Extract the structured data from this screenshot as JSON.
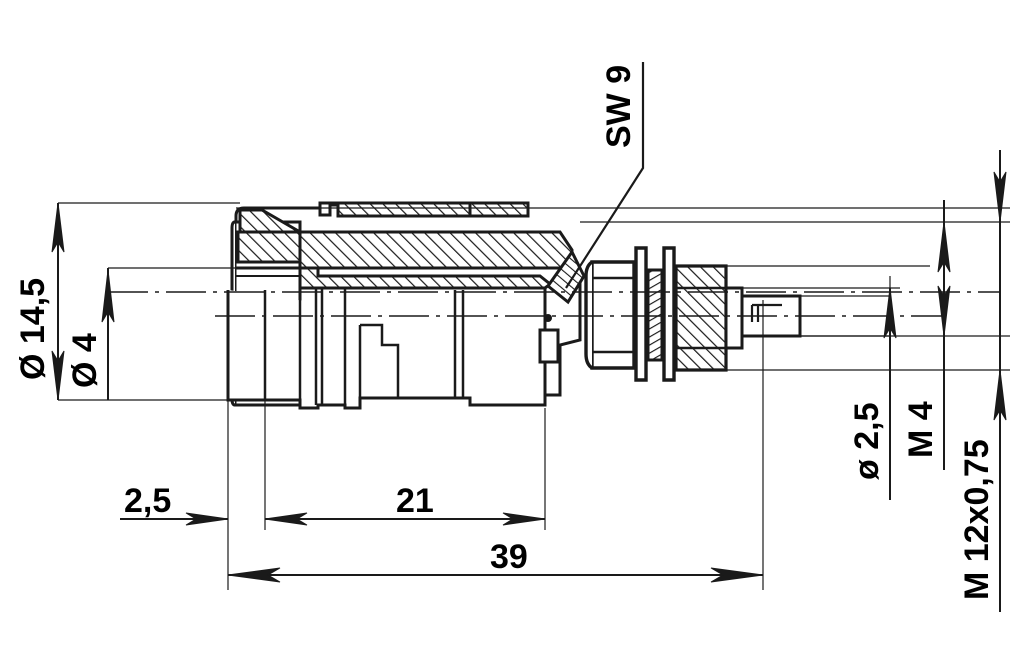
{
  "drawing": {
    "title": "Panel-mount safety socket cross-section drawing",
    "units": "mm",
    "line_color": "#1a1a1a",
    "background_color": "#ffffff",
    "view": "sectioned side elevation"
  },
  "dimensions": {
    "diameter_outer": "Ø 14,5",
    "diameter_bore": "Ø 4",
    "diameter_pin": "ø 2,5",
    "thread_pin": "M 4",
    "thread_body": "M 12x0,75",
    "hex_size": "SW 9",
    "length_flange": "2,5",
    "length_body": "21",
    "length_total": "39"
  },
  "labels": [
    {
      "id": "dia-145",
      "text": "Ø 14,5",
      "orientation": "vertical"
    },
    {
      "id": "dia-4",
      "text": "Ø 4",
      "orientation": "vertical"
    },
    {
      "id": "sw-9",
      "text": "SW 9",
      "orientation": "vertical"
    },
    {
      "id": "dia-25",
      "text": "ø 2,5",
      "orientation": "vertical"
    },
    {
      "id": "thread-m4",
      "text": "M 4",
      "orientation": "vertical"
    },
    {
      "id": "thread-m12",
      "text": "M 12x0,75",
      "orientation": "vertical"
    },
    {
      "id": "len-25",
      "text": "2,5",
      "orientation": "horizontal"
    },
    {
      "id": "len-21",
      "text": "21",
      "orientation": "horizontal"
    },
    {
      "id": "len-39",
      "text": "39",
      "orientation": "horizontal"
    }
  ]
}
